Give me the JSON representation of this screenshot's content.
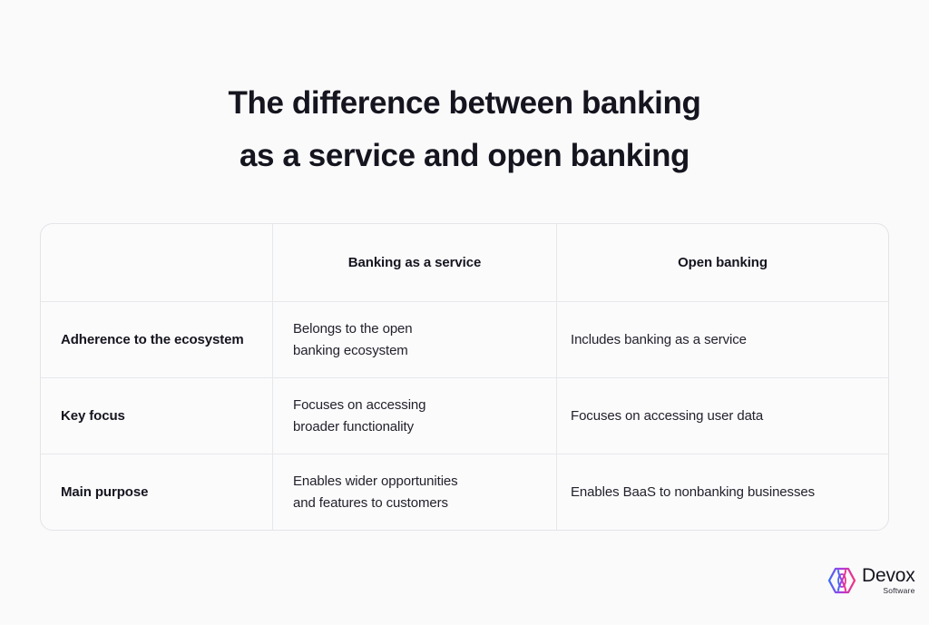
{
  "page": {
    "background_color": "#FAFAFB",
    "text_color": "#15151F"
  },
  "title": {
    "line1": "The difference between banking",
    "line2": "as a service and open banking"
  },
  "table": {
    "border_color": "#E3E4E8",
    "columns": [
      {
        "key": "criteria",
        "label": ""
      },
      {
        "key": "baas",
        "label": "Banking as a service"
      },
      {
        "key": "open_banking",
        "label": "Open banking"
      }
    ],
    "rows": [
      {
        "label_line1": "Adherence",
        "label_line2": "to the ecosystem",
        "baas_line1": "Belongs to the open",
        "baas_line2": "banking ecosystem",
        "open_line1": "Includes banking as a service",
        "open_line2": ""
      },
      {
        "label_line1": "Key focus",
        "label_line2": "",
        "baas_line1": "Focuses on accessing",
        "baas_line2": "broader functionality",
        "open_line1": "Focuses on accessing user data",
        "open_line2": ""
      },
      {
        "label_line1": "Main purpose",
        "label_line2": "",
        "baas_line1": "Enables wider opportunities",
        "baas_line2": "and features to customers",
        "open_line1": "Enables BaaS to nonbanking businesses",
        "open_line2": ""
      }
    ]
  },
  "logo": {
    "name": "Devox",
    "subtitle": "Software",
    "mark_gradient_start": "#3B6FF5",
    "mark_gradient_mid": "#A93BE0",
    "mark_gradient_end": "#F6317E"
  }
}
